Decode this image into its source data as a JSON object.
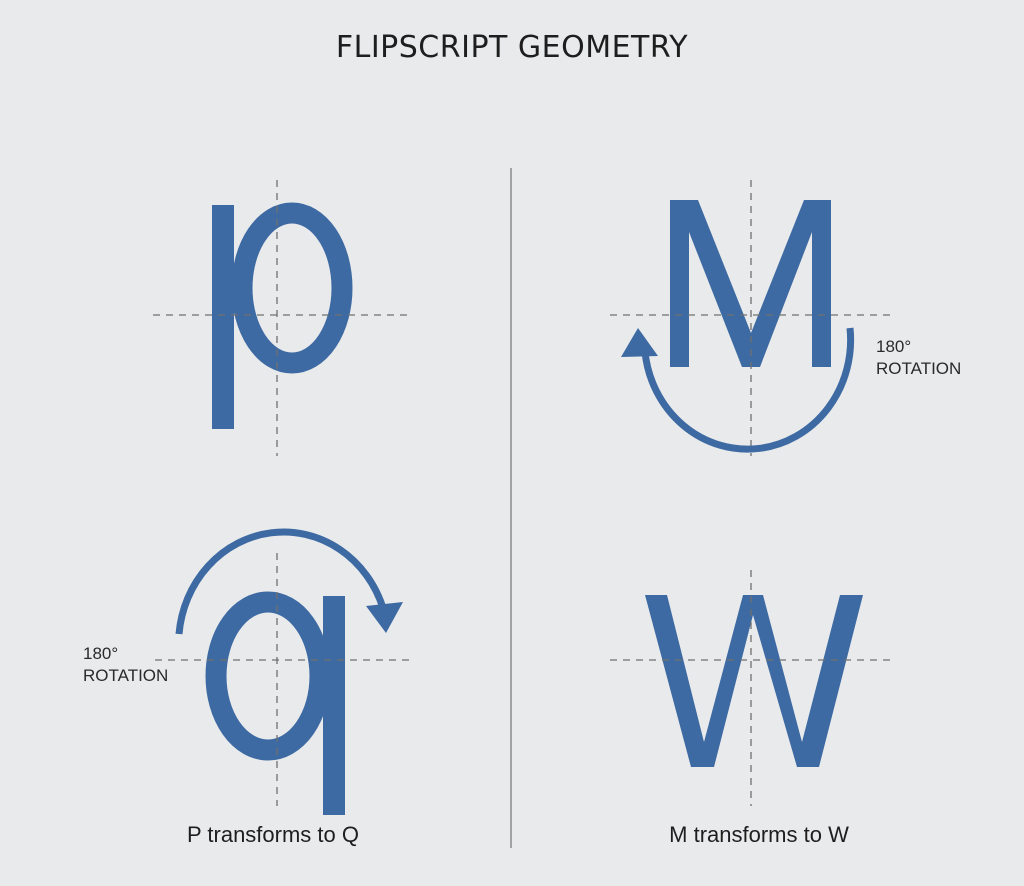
{
  "title": "FLIPSCRIPT GEOMETRY",
  "colors": {
    "background": "#e9eaeb",
    "glyph": "#3e6aa3",
    "guide": "#707070",
    "divider": "#8a8a8a",
    "text": "#1e1e1e"
  },
  "panels": [
    {
      "id": "p-to-q",
      "source_glyph": "p",
      "target_glyph": "q",
      "rotation_label_line1": "180°",
      "rotation_label_line2": "ROTATION",
      "caption": "P transforms to Q"
    },
    {
      "id": "m-to-w",
      "source_glyph": "M",
      "target_glyph": "W",
      "rotation_label_line1": "180°",
      "rotation_label_line2": "ROTATION",
      "caption": "M transforms to W"
    }
  ],
  "icons": {
    "rotation_arrow_top": "clockwise-arc-arrow-icon",
    "rotation_arrow_bottom": "counterclockwise-arc-arrow-icon"
  }
}
